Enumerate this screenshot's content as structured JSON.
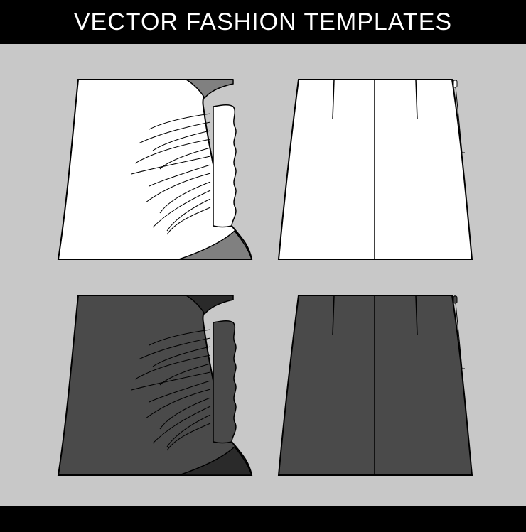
{
  "header": {
    "title": "VECTOR FASHION TEMPLATES"
  },
  "colors": {
    "background": "#c8c8c8",
    "bar": "#000000",
    "light_fabric": "#ffffff",
    "light_lining": "#808080",
    "dark_fabric": "#4a4a4a",
    "dark_lining": "#2a2a2a",
    "outline": "#000000"
  },
  "templates": [
    {
      "view": "front",
      "fabric": "white-icon"
    },
    {
      "view": "back",
      "fabric": "white-icon"
    },
    {
      "view": "front",
      "fabric": "dark-grey-icon"
    },
    {
      "view": "back",
      "fabric": "dark-grey-icon"
    }
  ]
}
